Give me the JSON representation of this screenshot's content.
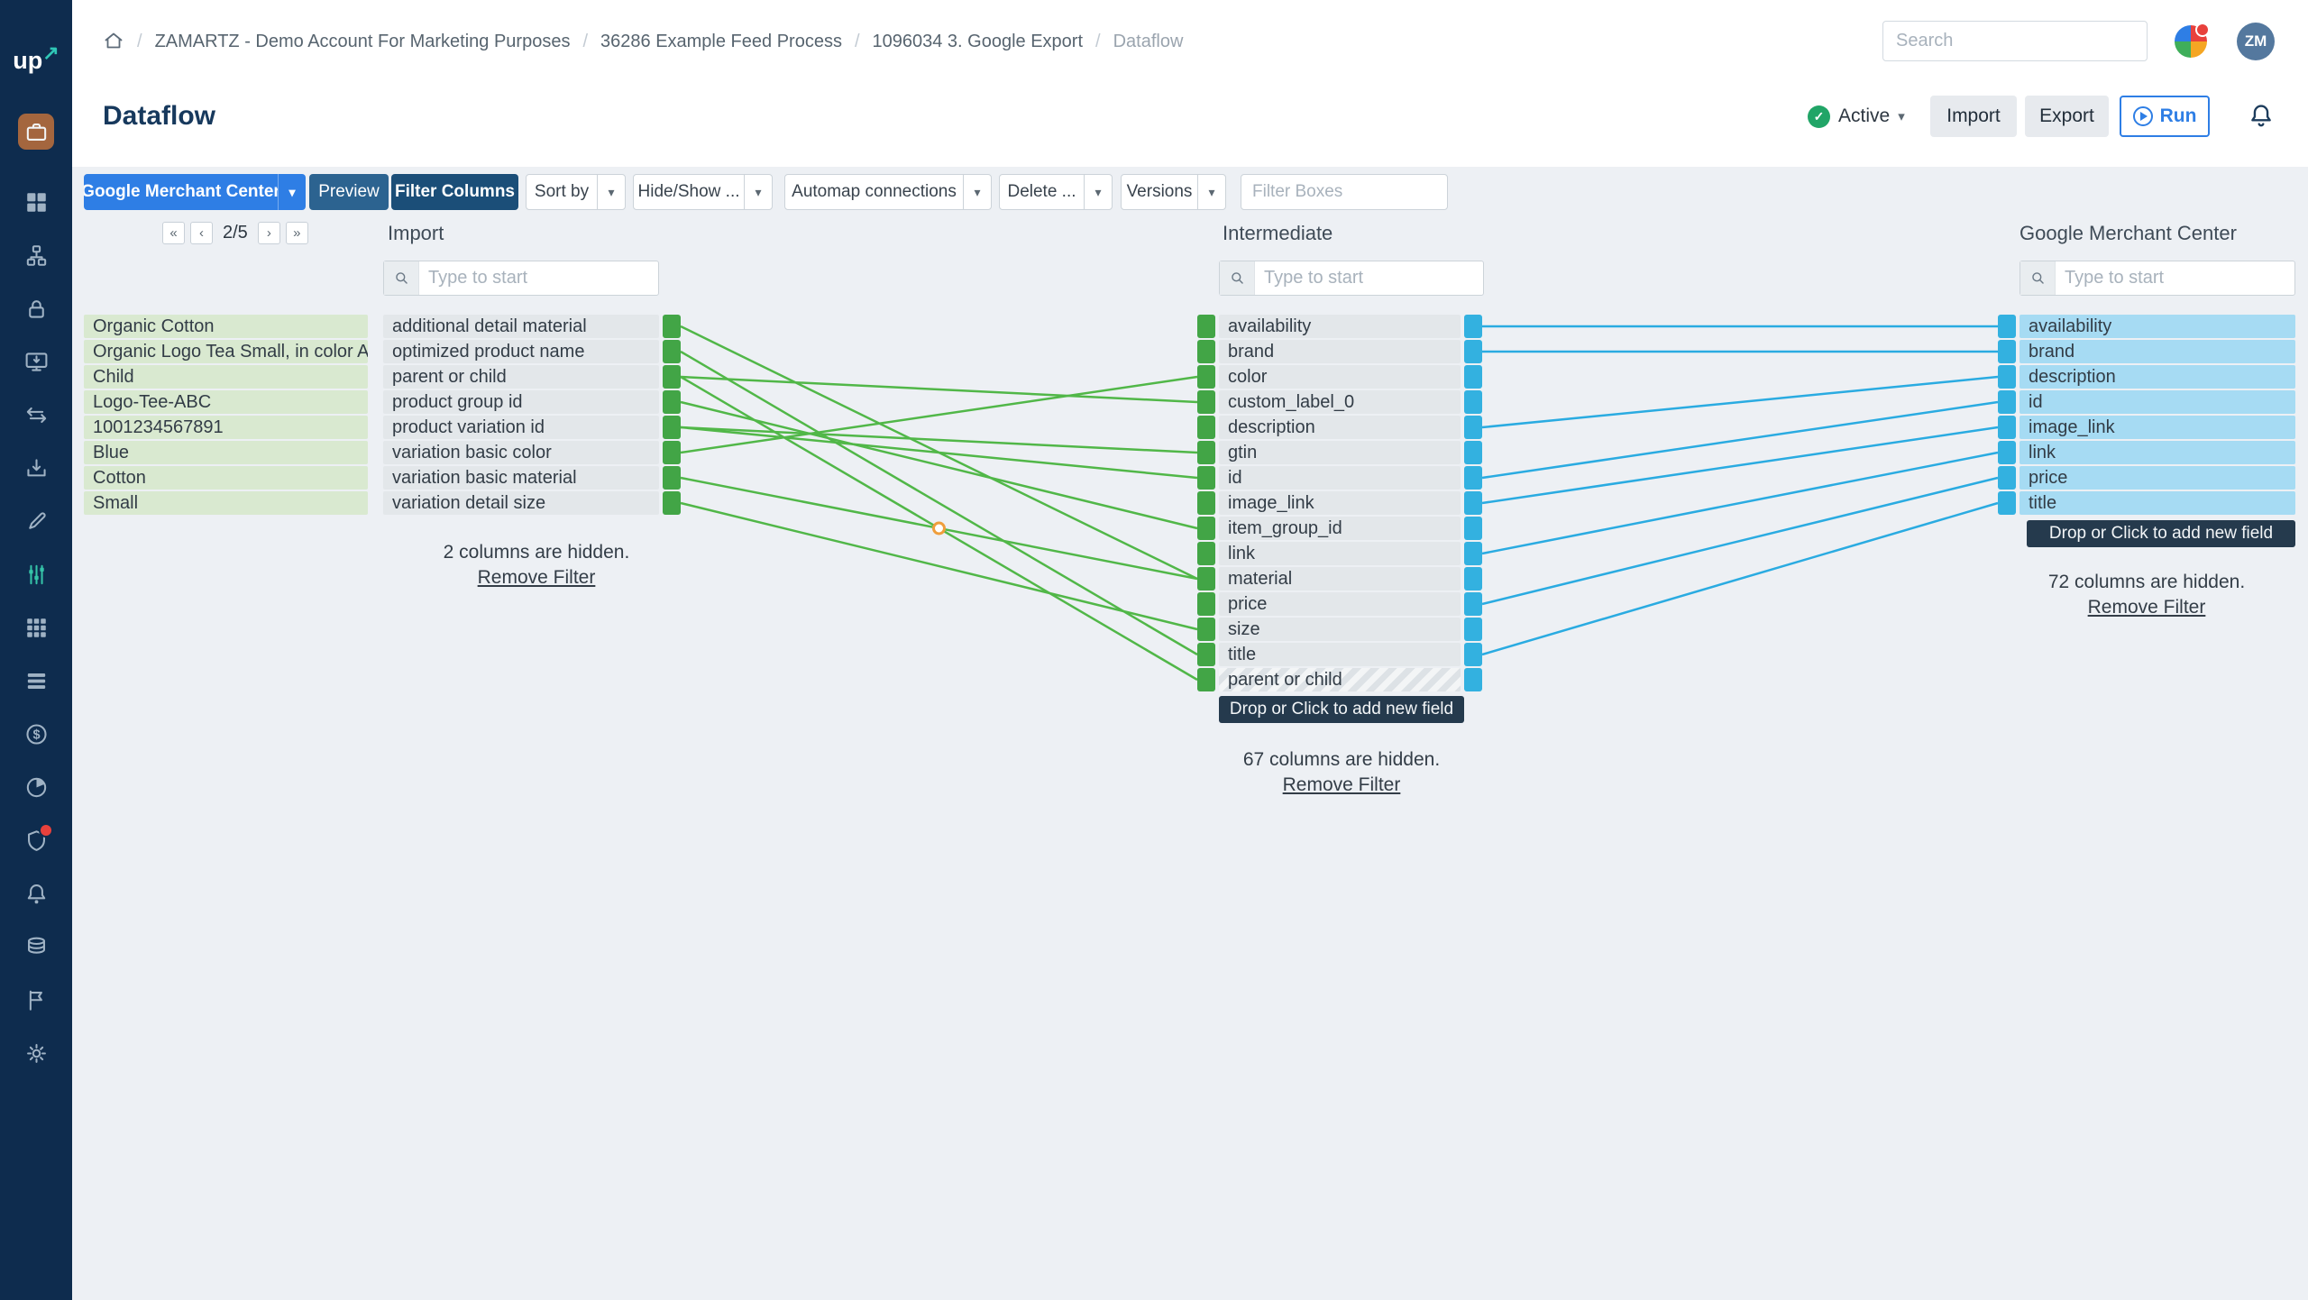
{
  "colors": {
    "sidebar_bg": "#0e2c4e",
    "primary_blue": "#2e7ee5",
    "active_green": "#21a567",
    "line_green": "#51b748",
    "line_blue": "#2aabe1",
    "square_green": "#42a546",
    "square_blue": "#33b1e0",
    "cell_gray": "#e3e7ea",
    "cell_green": "#d9e9d0",
    "cell_blue": "#a6dbf3",
    "dark_tooltip": "#253a4d"
  },
  "sidebar": {
    "logo_text": "up",
    "icons": [
      "workspace-icon",
      "dashboard-icon",
      "flow-icon",
      "lock-icon",
      "monitor-icon",
      "transfer-icon",
      "import-icon",
      "brush-icon",
      "dataflow-icon",
      "apps-icon",
      "list-icon",
      "billing-icon",
      "analytics-icon",
      "security-icon",
      "notifications-icon",
      "data-services-icon",
      "flags-icon",
      "settings-icon"
    ]
  },
  "topbar": {
    "breadcrumb": [
      "ZAMARTZ - Demo Account For Marketing Purposes",
      "36286 Example Feed Process",
      "1096034 3. Google Export",
      "Dataflow"
    ],
    "search_placeholder": "Search",
    "avatar_initials": "ZM"
  },
  "header": {
    "title": "Dataflow",
    "status_label": "Active",
    "import_label": "Import",
    "export_label": "Export",
    "run_label": "Run"
  },
  "toolbar": {
    "destination_dropdown": "Google Merchant Center",
    "preview": "Preview",
    "filter_columns": "Filter Columns",
    "sort_by": "Sort by",
    "hide_show": "Hide/Show ...",
    "automap": "Automap connections",
    "delete": "Delete ...",
    "versions": "Versions",
    "filter_boxes_placeholder": "Filter Boxes"
  },
  "pagination": {
    "first": "«",
    "prev": "‹",
    "current": "2/5",
    "next": "›",
    "last": "»"
  },
  "columns": {
    "import": {
      "title": "Import",
      "search_placeholder": "Type to start",
      "rows": [
        {
          "sample": "Organic Cotton",
          "field": "additional detail material"
        },
        {
          "sample": "Organic Logo Tea Small, in color Azure",
          "field": "optimized product name"
        },
        {
          "sample": "Child",
          "field": "parent or child"
        },
        {
          "sample": "Logo-Tee-ABC",
          "field": "product group id"
        },
        {
          "sample": "1001234567891",
          "field": "product variation id"
        },
        {
          "sample": "Blue",
          "field": "variation basic color"
        },
        {
          "sample": "Cotton",
          "field": "variation basic material"
        },
        {
          "sample": "Small",
          "field": "variation detail size"
        }
      ],
      "hidden_note": "2 columns are hidden.",
      "remove_filter": "Remove Filter"
    },
    "intermediate": {
      "title": "Intermediate",
      "search_placeholder": "Type to start",
      "fields": [
        "availability",
        "brand",
        "color",
        "custom_label_0",
        "description",
        "gtin",
        "id",
        "image_link",
        "item_group_id",
        "link",
        "material",
        "price",
        "size",
        "title",
        "parent or child"
      ],
      "pending_field_index": 14,
      "add_label": "Drop or Click to add new field",
      "hidden_note": "67 columns are hidden.",
      "remove_filter": "Remove Filter"
    },
    "target": {
      "title": "Google Merchant Center",
      "search_placeholder": "Type to start",
      "fields": [
        "availability",
        "brand",
        "description",
        "id",
        "image_link",
        "link",
        "price",
        "title"
      ],
      "add_label": "Drop or Click to add new field",
      "hidden_note": "72 columns are hidden.",
      "remove_filter": "Remove Filter"
    }
  },
  "connections": {
    "import_to_intermediate": [
      [
        0,
        10
      ],
      [
        1,
        13
      ],
      [
        2,
        3
      ],
      [
        2,
        14
      ],
      [
        3,
        8
      ],
      [
        4,
        5
      ],
      [
        4,
        6
      ],
      [
        5,
        2
      ],
      [
        6,
        10
      ],
      [
        7,
        12
      ]
    ],
    "intermediate_to_target": [
      [
        0,
        0
      ],
      [
        1,
        1
      ],
      [
        4,
        2
      ],
      [
        6,
        3
      ],
      [
        7,
        4
      ],
      [
        9,
        5
      ],
      [
        11,
        6
      ],
      [
        13,
        7
      ]
    ],
    "junction_on": [
      2,
      14
    ]
  }
}
